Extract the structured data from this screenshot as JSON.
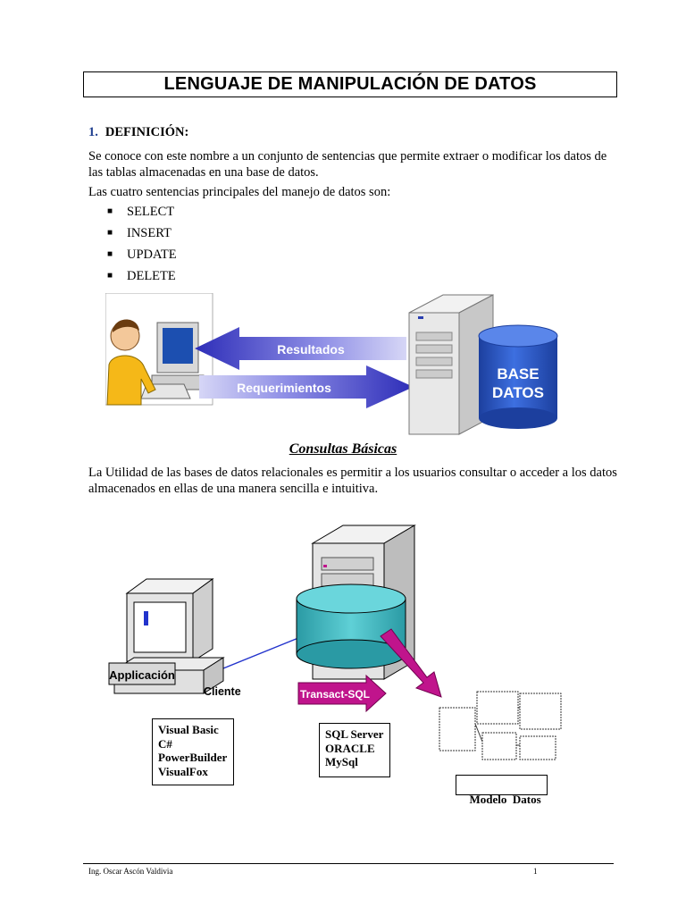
{
  "title": "LENGUAJE DE MANIPULACIÓN DE DATOS",
  "section1": {
    "number": "1.",
    "heading": "DEFINICIÓN:"
  },
  "paragraph1_line1": "Se conoce con este nombre a un conjunto de sentencias que permite extraer o modificar los datos de",
  "paragraph1_line2": "las tablas almacenadas en una base de datos.",
  "paragraph2": "Las cuatro sentencias principales del manejo de datos son:",
  "bullets": [
    "SELECT",
    "INSERT",
    "UPDATE",
    "DELETE"
  ],
  "figure1": {
    "results_label": "Resultados",
    "requests_label": "Requerimientos",
    "db_line1": "BASE",
    "db_line2": "DATOS"
  },
  "subheading": "Consultas Básicas",
  "paragraph3_line1": "La Utilidad de las bases de datos relacionales es permitir a los usuarios consultar o acceder a los datos",
  "paragraph3_line2": "almacenados en ellas de una manera sencilla e intuitiva.",
  "figure2": {
    "app_label": "Applicación",
    "client_label": "Cliente",
    "transact_label": "Transact-SQL",
    "client_tools": [
      "Visual Basic",
      "C#",
      "PowerBuilder",
      "VisualFox"
    ],
    "servers": [
      "SQL Server",
      "ORACLE",
      "MySql"
    ],
    "model_label": "Modelo  Datos"
  },
  "footer": {
    "author": "Ing. Oscar Ascón Valdivia",
    "page": "1"
  },
  "colors": {
    "arrow_blue": "#3c3cc8",
    "db_blue": "#2a56c6",
    "db_teal": "#3ab0b8",
    "transact_magenta": "#c0148c",
    "section_blue": "#1f3f8f"
  }
}
